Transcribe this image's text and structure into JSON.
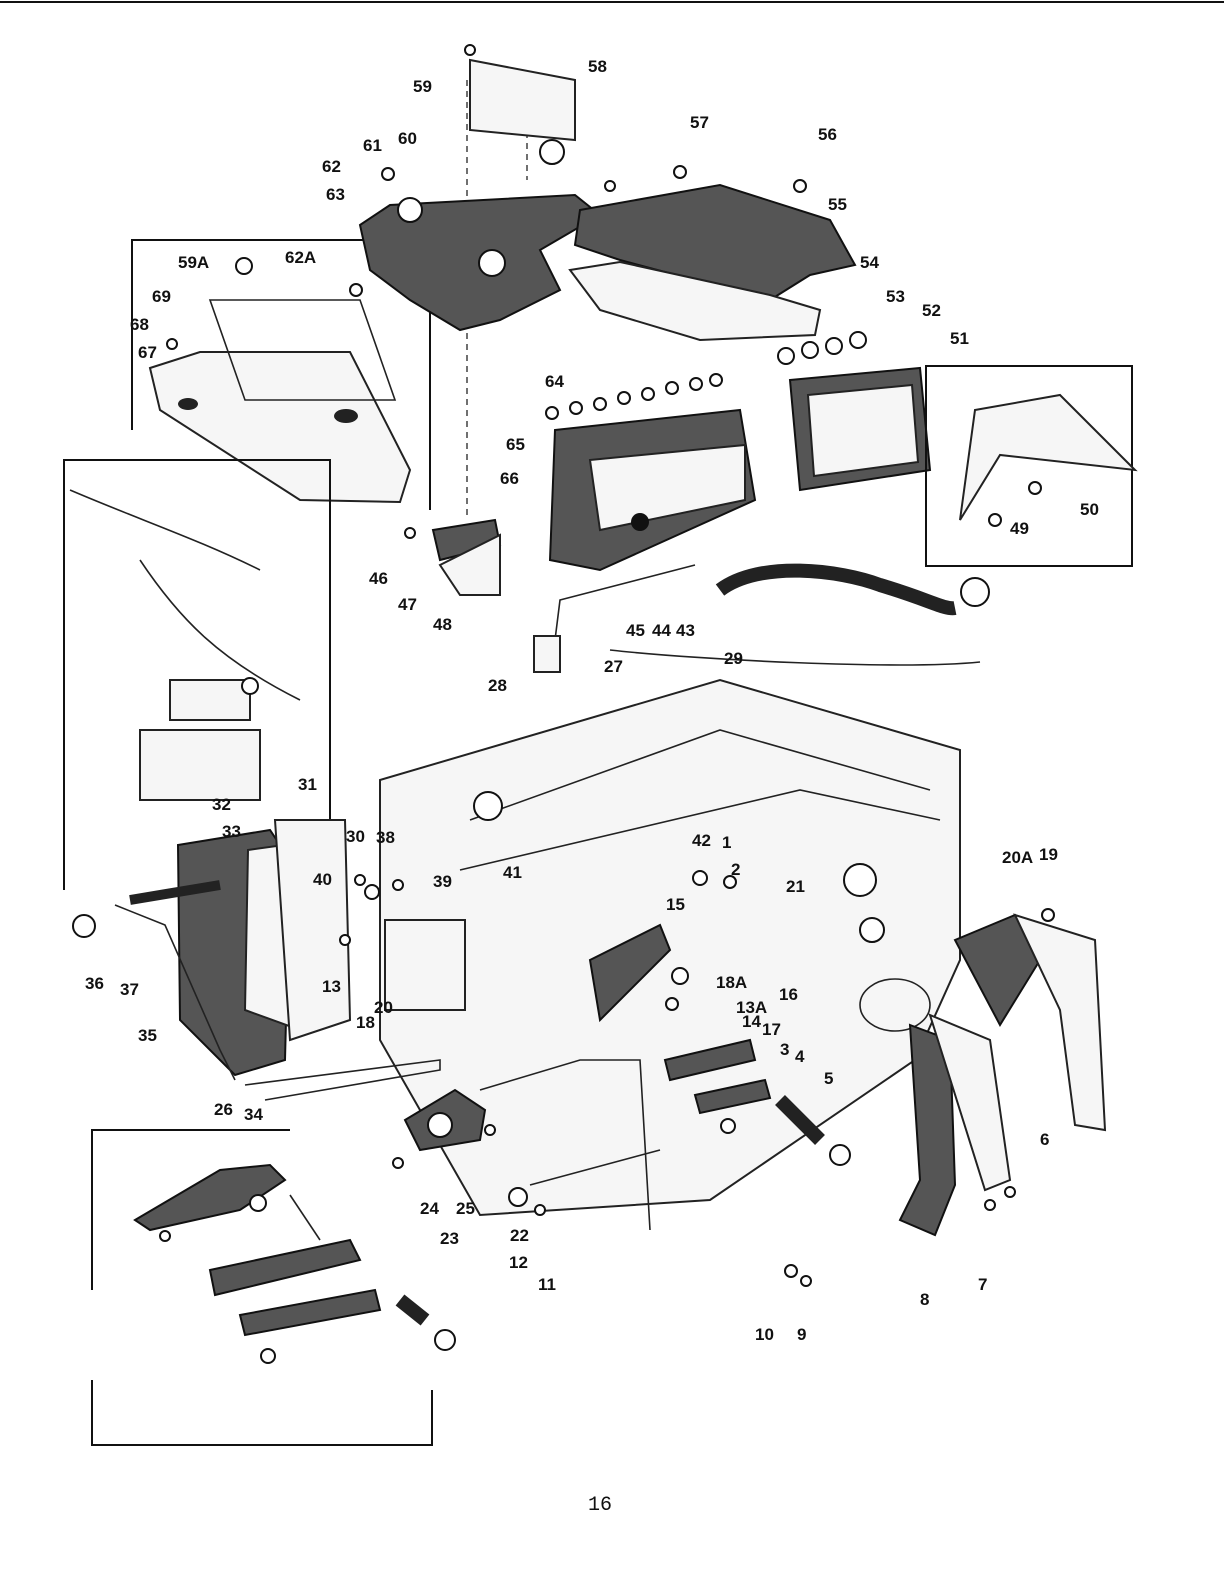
{
  "page": {
    "number": "16"
  },
  "callouts": [
    "59",
    "58",
    "57",
    "56",
    "55",
    "54",
    "53",
    "52",
    "51",
    "50",
    "49",
    "61",
    "60",
    "62",
    "63",
    "59A",
    "62A",
    "69",
    "68",
    "67",
    "64",
    "65",
    "66",
    "46",
    "47",
    "48",
    "45",
    "44",
    "43",
    "29",
    "27",
    "28",
    "31",
    "32",
    "33",
    "30",
    "38",
    "39",
    "40",
    "41",
    "42",
    "1",
    "2",
    "21",
    "20A",
    "19",
    "15",
    "18A",
    "13A",
    "14",
    "17",
    "16",
    "3",
    "4",
    "5",
    "6",
    "7",
    "8",
    "9",
    "10",
    "11",
    "12",
    "22",
    "23",
    "24",
    "25",
    "26",
    "34",
    "35",
    "36",
    "37",
    "13",
    "18",
    "20"
  ]
}
